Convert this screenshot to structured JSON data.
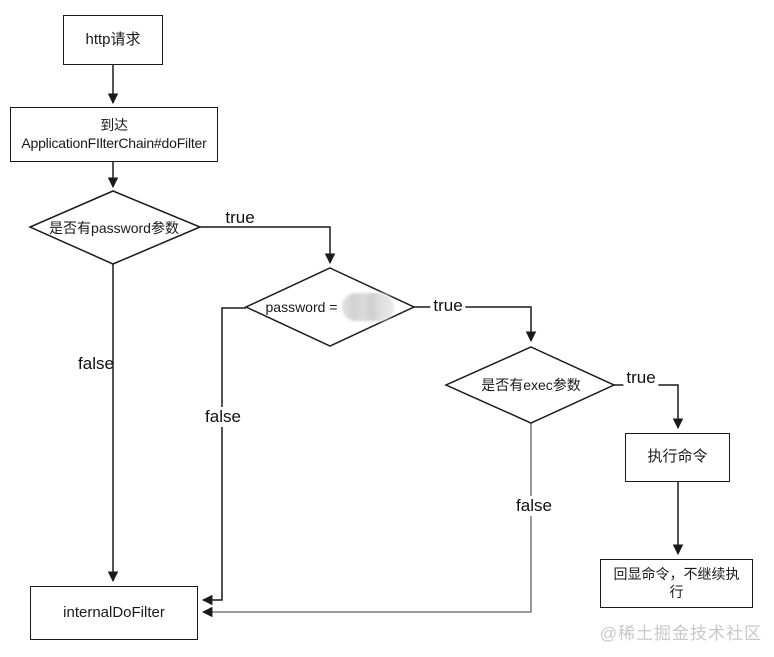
{
  "diagram": {
    "title_hint": "http request filter chain flowchart",
    "nodes": {
      "start": {
        "label": "http请求"
      },
      "arrive": {
        "line1": "到达",
        "line2": "ApplicationFIlterChain#doFilter"
      },
      "check_password_param": {
        "label": "是否有password参数"
      },
      "check_password_value": {
        "label_prefix": "password ="
      },
      "check_exec_param": {
        "label": "是否有exec参数"
      },
      "exec_command": {
        "label": "执行命令"
      },
      "echo_result": {
        "label": "回显命令，不继续执行"
      },
      "internal_do_filter": {
        "label": "internalDoFilter"
      }
    },
    "edge_labels": {
      "true1": "true",
      "true2": "true",
      "true3": "true",
      "false1": "false",
      "false2": "false",
      "false3": "false"
    },
    "colors": {
      "line": "#1a1a1a",
      "line_gray": "#787878",
      "node_border": "#1a1a1a",
      "text": "#1a1a1a"
    }
  },
  "watermark": {
    "text": "@稀土掘金技术社区",
    "color": "#c8c8c8"
  }
}
